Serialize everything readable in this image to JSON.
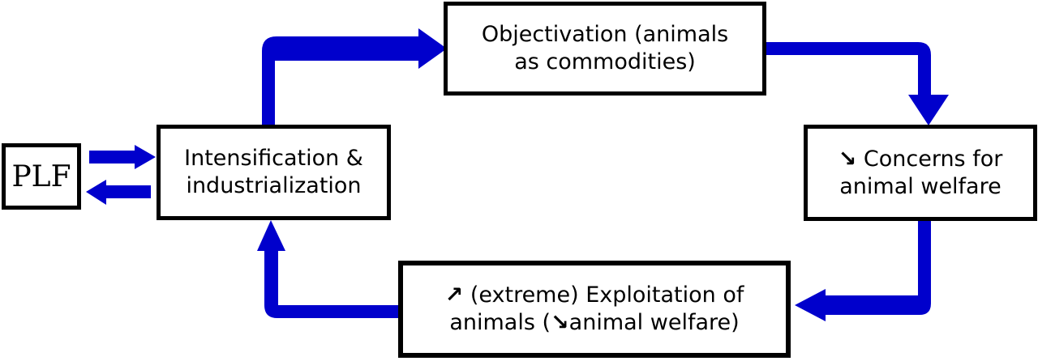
{
  "colors": {
    "arrow": "#0000cc",
    "box_border": "#000000",
    "background": "#ffffff"
  },
  "boxes": {
    "plf": {
      "line1": "PLF"
    },
    "intensification": {
      "line1": "Intensification &",
      "line2": "industrialization"
    },
    "objectivation": {
      "line1": "Objectivation (animals",
      "line2": "as commodities)"
    },
    "concerns": {
      "line1": "Concerns for",
      "line2": "animal welfare",
      "trend": "decrease"
    },
    "exploitation": {
      "line1": "(extreme) Exploitation of",
      "line2_prefix": "animals (",
      "line2_suffix": "animal welfare)",
      "trend_line1": "increase",
      "trend_line2": "decrease"
    }
  },
  "edges": [
    {
      "from": "plf",
      "to": "intensification"
    },
    {
      "from": "intensification",
      "to": "plf"
    },
    {
      "from": "intensification",
      "to": "objectivation"
    },
    {
      "from": "objectivation",
      "to": "concerns"
    },
    {
      "from": "concerns",
      "to": "exploitation"
    },
    {
      "from": "exploitation",
      "to": "intensification"
    }
  ]
}
